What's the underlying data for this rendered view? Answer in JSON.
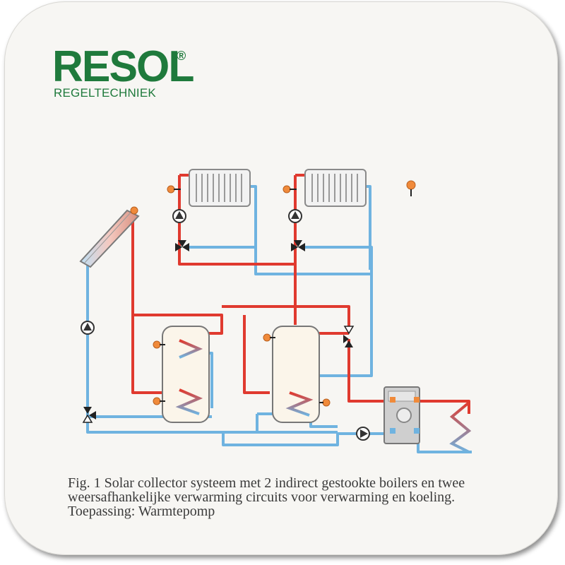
{
  "logo": {
    "brand": "RESOL",
    "registered": "®",
    "subtitle": "REGELTECHNIEK"
  },
  "caption": {
    "line1": "Fig. 1 Solar collector systeem met 2 indirect gestookte boilers en twee",
    "line2": "weersafhankelijke verwarming circuits voor verwarming en koeling.",
    "line3": "Toepassing: Warmtepomp"
  },
  "colors": {
    "brand_green": "#1f7a3c",
    "hot_pipe": "#e03a2f",
    "cold_pipe": "#6fb3e0",
    "sensor": "#f08a3a",
    "tank_fill": "#fbf5ea"
  },
  "components": {
    "radiators": 2,
    "storage_tanks": 2,
    "pumps": 4,
    "three_way_valves": 4,
    "solar_collector": 1,
    "heat_pump": 1
  }
}
